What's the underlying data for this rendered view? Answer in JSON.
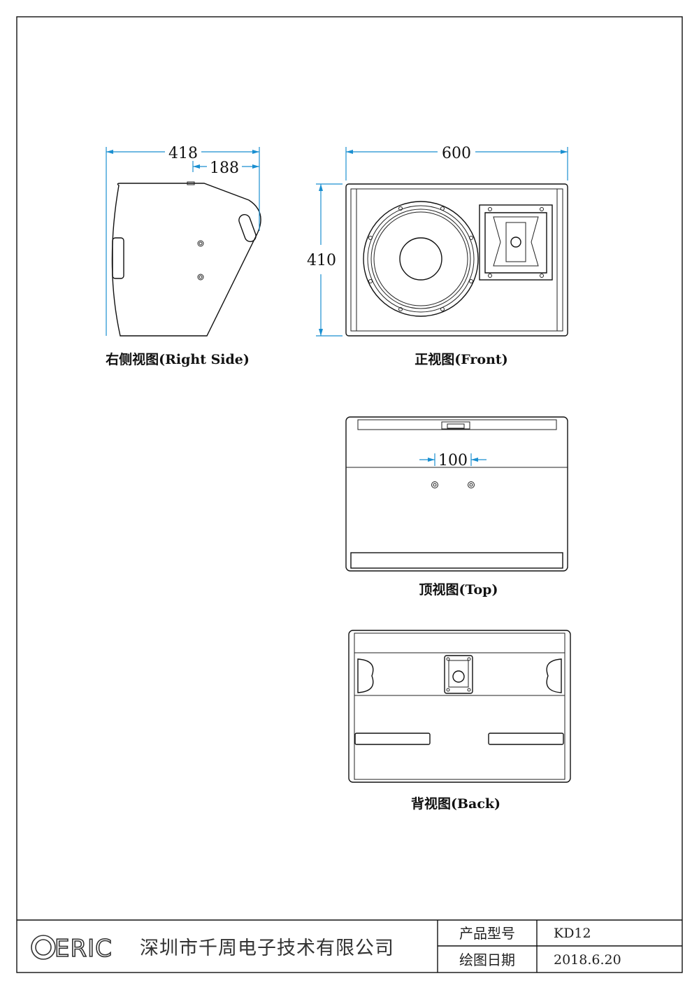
{
  "views": {
    "right_side": {
      "label": "右侧视图(Right Side)",
      "dim_depth": "418",
      "dim_top": "188"
    },
    "front": {
      "label": "正视图(Front)",
      "dim_width": "600",
      "dim_height": "410"
    },
    "top": {
      "label": "顶视图(Top)",
      "dim_spacing": "100"
    },
    "back": {
      "label": "背视图(Back)"
    }
  },
  "title_block": {
    "logo": "ERIC",
    "company": "深圳市千周电子技术有限公司",
    "model_label": "产品型号",
    "model_value": "KD12",
    "date_label": "绘图日期",
    "date_value": "2018.6.20"
  },
  "colors": {
    "dimension": "#1a8fd0",
    "line": "#111111"
  }
}
